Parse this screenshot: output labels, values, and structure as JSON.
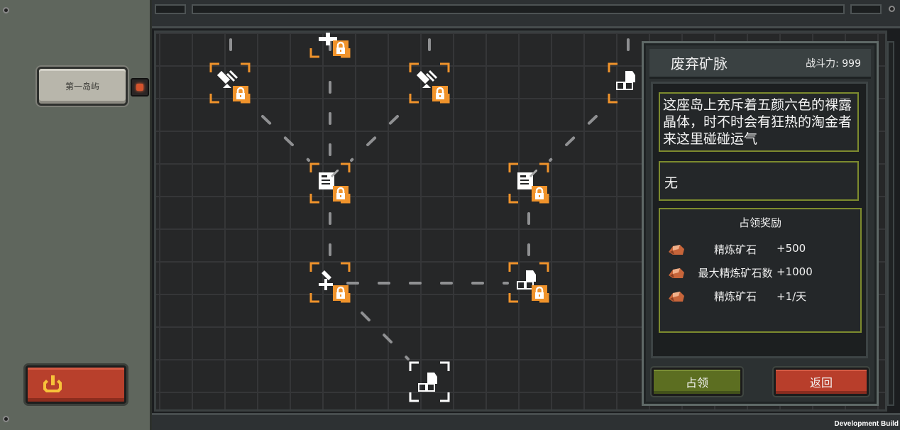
{
  "sidebar": {
    "island_label": "第一岛屿"
  },
  "panel": {
    "title": "废弃矿脉",
    "power_label": "战斗力: 999",
    "description": "这座岛上充斥着五颜六色的裸露晶体，时不时会有狂热的淘金者来这里碰碰运气",
    "requirement": "无",
    "reward_title": "占领奖励",
    "rewards": [
      {
        "name": "精炼矿石",
        "value": "+500"
      },
      {
        "name": "最大精炼矿石数",
        "value": "+1000"
      },
      {
        "name": "精炼矿石",
        "value": "+1/天"
      }
    ],
    "occupy_label": "占领",
    "back_label": "返回"
  },
  "footer": {
    "build_label": "Development Build"
  },
  "colors": {
    "accent_orange": "#f0932b",
    "locked_white": "#ffffff",
    "occupy_green": "#5c6e21",
    "back_red": "#b83e2b"
  },
  "map_nodes": [
    {
      "id": "node-top-left",
      "icon": "satellite-dish-icon",
      "locked": true
    },
    {
      "id": "node-top-center",
      "icon": "repair-tool-icon",
      "locked": true
    },
    {
      "id": "node-top-mid",
      "icon": "satellite-dish-icon",
      "locked": true
    },
    {
      "id": "node-top-right",
      "icon": "crates-icon",
      "locked": true
    },
    {
      "id": "node-mid-left",
      "icon": "document-icon",
      "locked": true
    },
    {
      "id": "node-mid-right",
      "icon": "document-icon",
      "locked": true
    },
    {
      "id": "node-low-left",
      "icon": "repair-tool-icon",
      "locked": true
    },
    {
      "id": "node-low-right",
      "icon": "crates-icon",
      "locked": true
    },
    {
      "id": "node-bottom",
      "icon": "crates-icon",
      "locked": false
    }
  ]
}
